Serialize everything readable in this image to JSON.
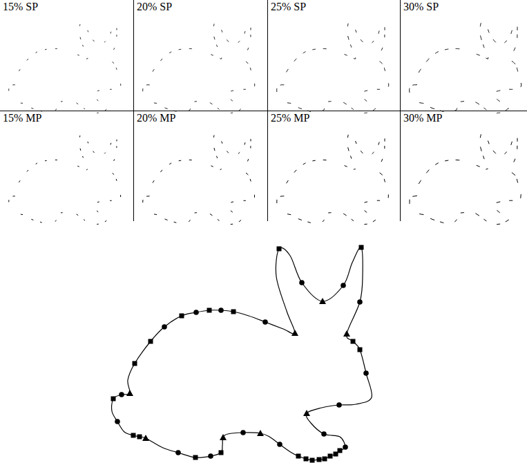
{
  "diagram": {
    "labels": [
      "15% SP",
      "20% SP",
      "25% SP",
      "30% SP",
      "15% MP",
      "20% MP",
      "25% MP",
      "30% MP"
    ]
  }
}
